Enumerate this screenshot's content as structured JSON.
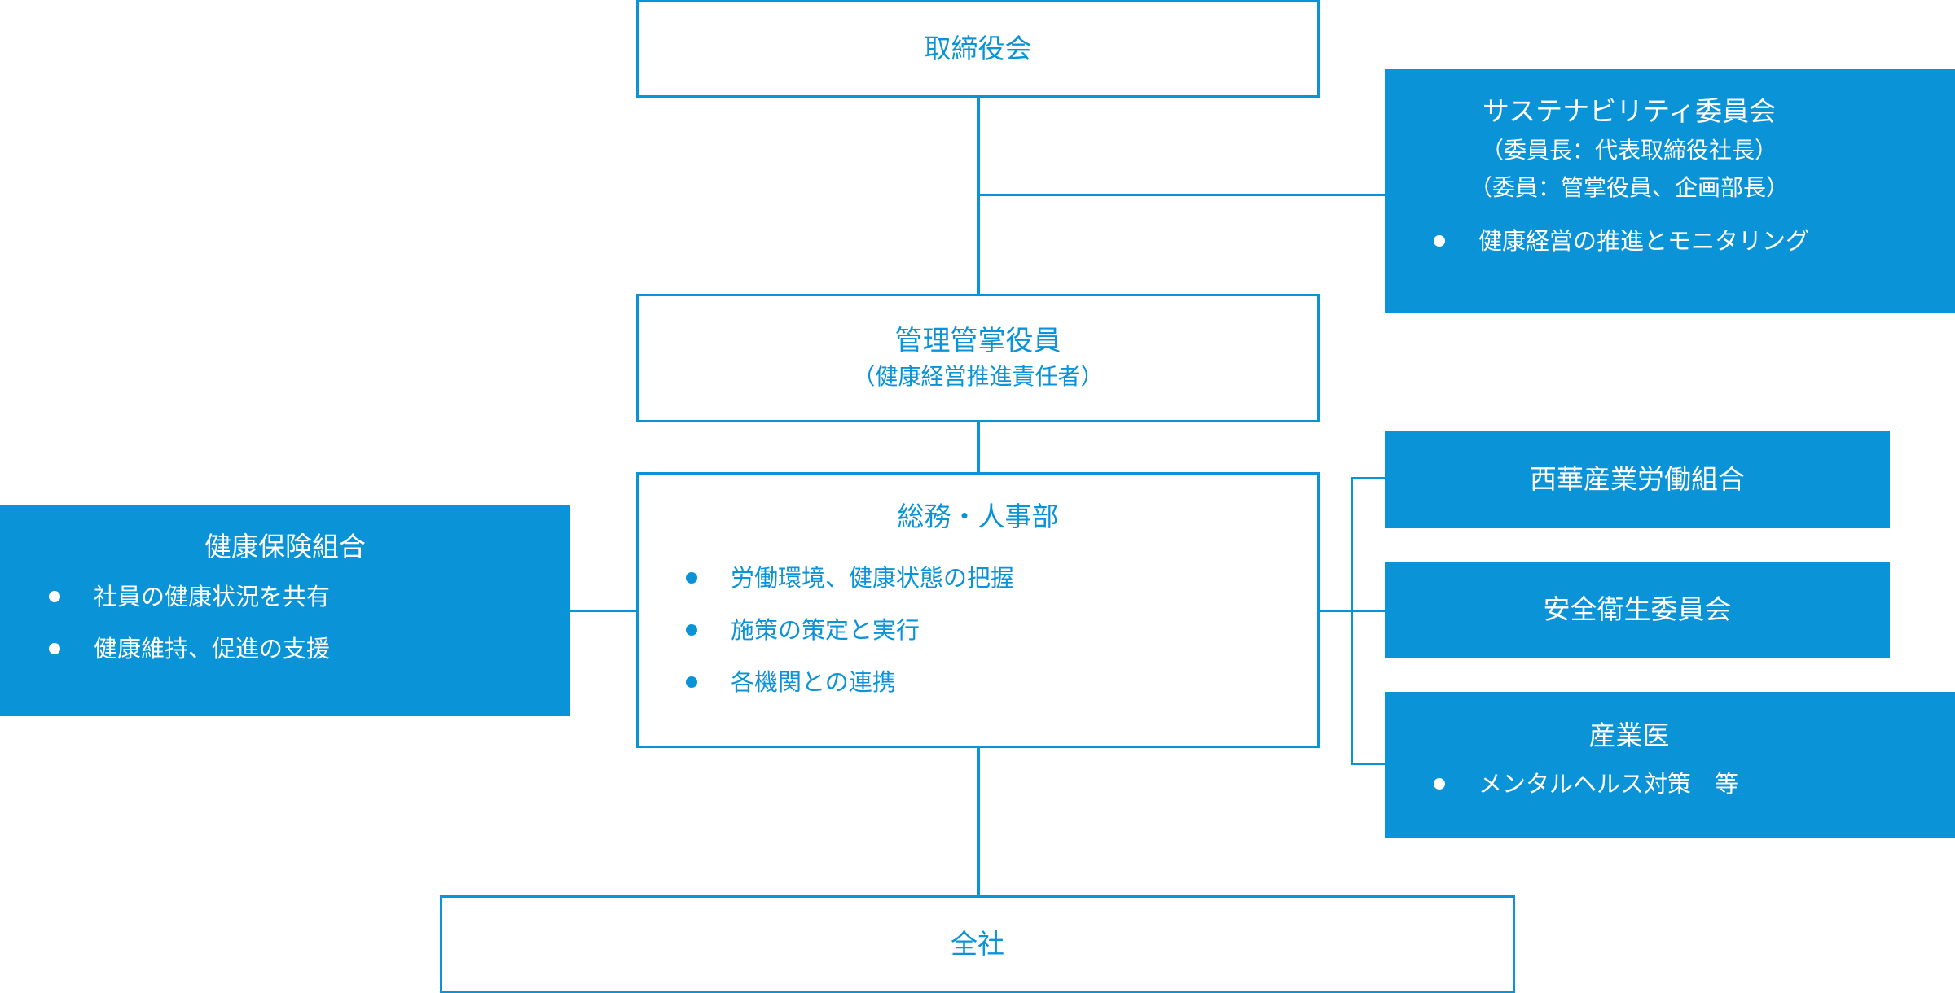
{
  "board": {
    "title": "取締役会"
  },
  "sustainability": {
    "title": "サステナビリティ委員会",
    "sub1": "（委員長：代表取締役社長）",
    "sub2": "（委員：管掌役員、企画部長）",
    "items": [
      "健康経営の推進とモニタリング"
    ]
  },
  "officer": {
    "title": "管理管掌役員",
    "sub": "（健康経営推進責任者）"
  },
  "ga": {
    "title": "総務・人事部",
    "items": [
      "労働環境、健康状態の把握",
      "施策の策定と実行",
      "各機関との連携"
    ]
  },
  "insurance": {
    "title": "健康保険組合",
    "items": [
      "社員の健康状況を共有",
      "健康維持、促進の支援"
    ]
  },
  "union": {
    "title": "西華産業労働組合"
  },
  "safety": {
    "title": "安全衛生委員会"
  },
  "doctor": {
    "title": "産業医",
    "items": [
      "メンタルヘルス対策　等"
    ]
  },
  "company": {
    "title": "全社"
  },
  "colors": {
    "accent": "#0b93d8",
    "background": "#ffffff"
  }
}
